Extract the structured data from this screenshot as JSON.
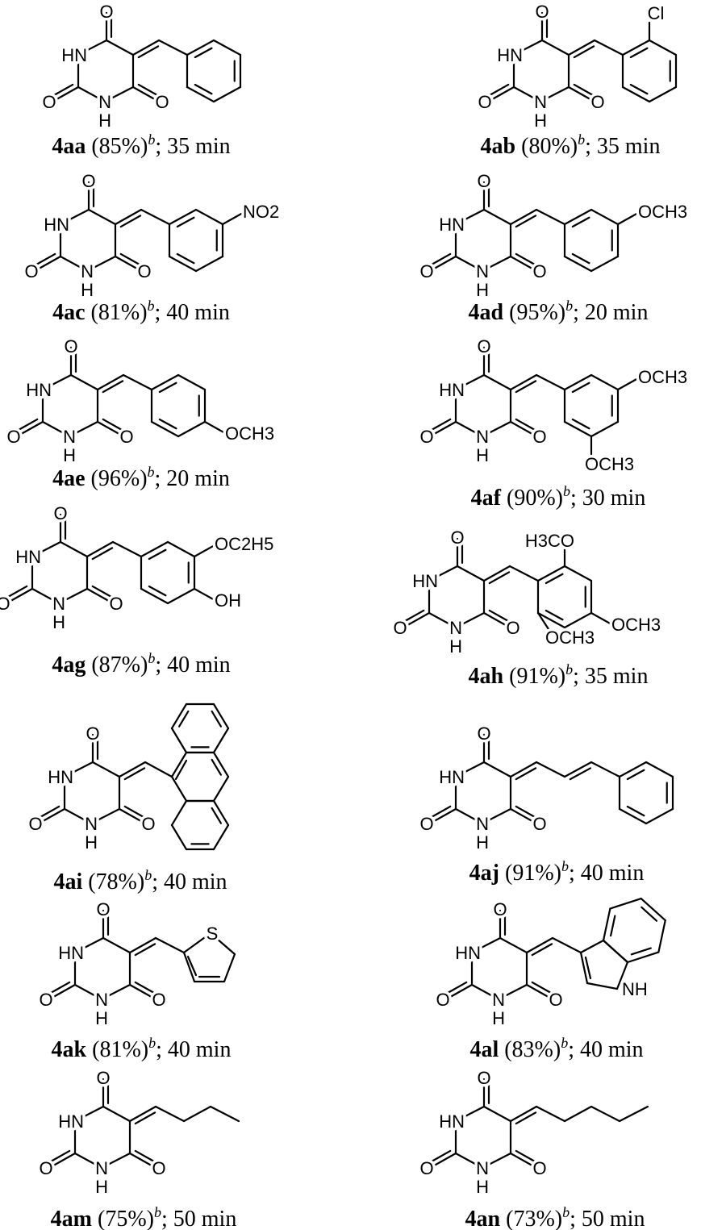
{
  "core_labels": {
    "hn": "HN",
    "n": "N",
    "h": "H",
    "o": "O"
  },
  "compounds": [
    {
      "id": "4aa",
      "yield": "(85%)",
      "footnote": "b",
      "time": "; 35 min",
      "substituents": []
    },
    {
      "id": "4ab",
      "yield": "(80%)",
      "footnote": "b",
      "time": "; 35 min",
      "substituents": [
        "Cl"
      ]
    },
    {
      "id": "4ac",
      "yield": "(81%)",
      "footnote": "b",
      "time": "; 40 min",
      "substituents": [
        "NO2"
      ]
    },
    {
      "id": "4ad",
      "yield": "(95%)",
      "footnote": "b",
      "time": "; 20 min",
      "substituents": [
        "OCH3"
      ]
    },
    {
      "id": "4ae",
      "yield": "(96%)",
      "footnote": "b",
      "time": "; 20 min",
      "substituents": [
        "OCH3"
      ]
    },
    {
      "id": "4af",
      "yield": "(90%)",
      "footnote": "b",
      "time": "; 30 min",
      "substituents": [
        "OCH3",
        "OCH3"
      ]
    },
    {
      "id": "4ag",
      "yield": "(87%)",
      "footnote": "b",
      "time": "; 40 min",
      "substituents": [
        "OC2H5",
        "OH"
      ]
    },
    {
      "id": "4ah",
      "yield": "(91%)",
      "footnote": "b",
      "time": "; 35 min",
      "substituents": [
        "H3CO",
        "OCH3",
        "OCH3"
      ]
    },
    {
      "id": "4ai",
      "yield": "(78%)",
      "footnote": "b",
      "time": "; 40 min",
      "substituents": []
    },
    {
      "id": "4aj",
      "yield": "(91%)",
      "footnote": "b",
      "time": "; 40 min",
      "substituents": []
    },
    {
      "id": "4ak",
      "yield": "(81%)",
      "footnote": "b",
      "time": "; 40 min",
      "substituents": [
        "S"
      ]
    },
    {
      "id": "4al",
      "yield": "(83%)",
      "footnote": "b",
      "time": "; 40 min",
      "substituents": [
        "NH"
      ]
    },
    {
      "id": "4am",
      "yield": "(75%)",
      "footnote": "b",
      "time": "; 50 min",
      "substituents": []
    },
    {
      "id": "4an",
      "yield": "(73%)",
      "footnote": "b",
      "time": "; 50 min",
      "substituents": []
    }
  ]
}
